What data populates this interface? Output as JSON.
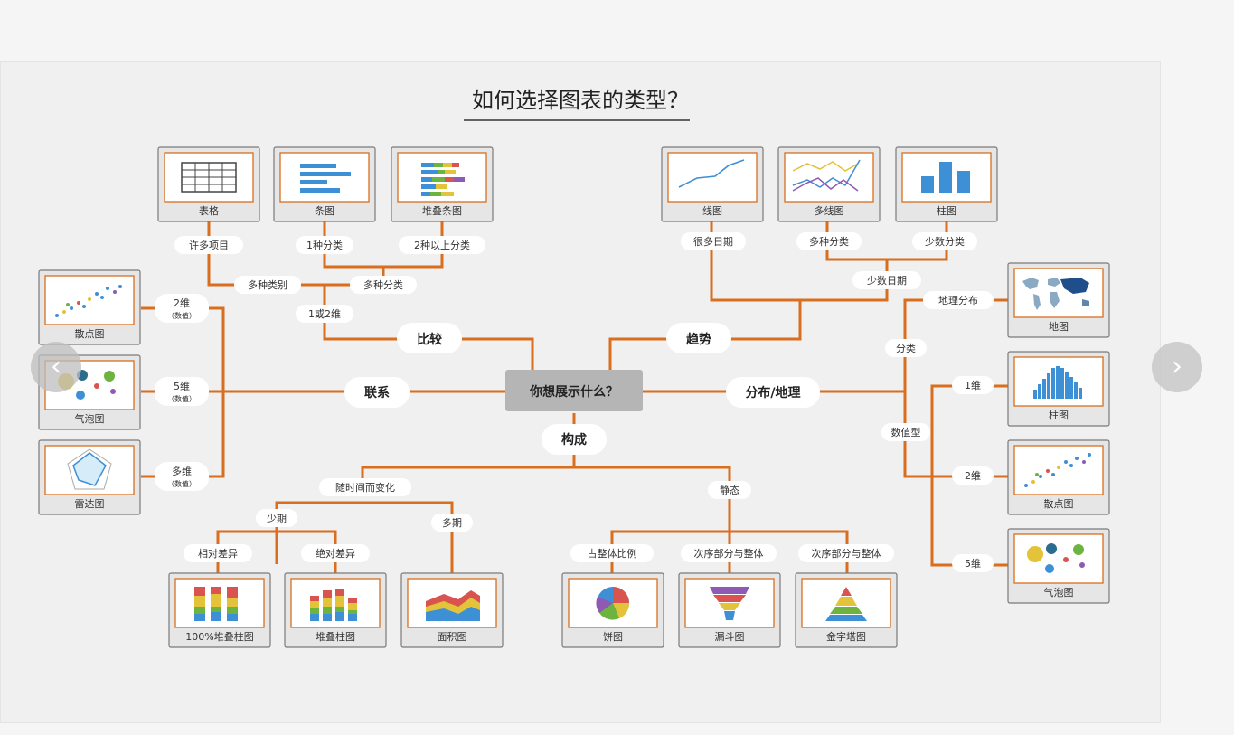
{
  "title": "如何选择图表的类型？",
  "center": "你想展示什么？",
  "categories": {
    "compare": "比较",
    "relation": "联系",
    "trend": "趋势",
    "distribution": "分布/地理",
    "composition": "构成"
  },
  "cards": {
    "table": "表格",
    "bar": "条图",
    "stacked_bar": "堆叠条图",
    "line": "线图",
    "multi_line": "多线图",
    "column": "柱图",
    "scatter_left": "散点图",
    "bubble_left": "气泡图",
    "radar": "雷达图",
    "map": "地图",
    "column_right": "柱图",
    "scatter_right": "散点图",
    "bubble_right": "气泡图",
    "stacked_100": "100%堆叠柱图",
    "stacked_column": "堆叠柱图",
    "area": "面积图",
    "pie": "饼图",
    "funnel": "漏斗图",
    "pyramid": "金字塔图"
  },
  "labels": {
    "many_items": "许多项目",
    "one_cat": "1种分类",
    "two_plus_cat": "2种以上分类",
    "multi_class": "多种类别",
    "multi_cat": "多种分类",
    "one_or_two_dim": "1或2维",
    "many_dates": "很多日期",
    "multi_cat_trend": "多种分类",
    "few_cat": "少数分类",
    "few_dates": "少数日期",
    "geo_dist": "地理分布",
    "classify": "分类",
    "numeric": "数值型",
    "dim1": "1维",
    "dim2": "2维",
    "dim5": "5维",
    "rel2": "2维",
    "rel5": "5维",
    "relm": "多维",
    "value_note": "（数值）",
    "over_time": "随时间而变化",
    "static": "静态",
    "few_periods": "少期",
    "many_periods": "多期",
    "relative_diff": "相对差异",
    "absolute_diff": "绝对差异",
    "share": "占整体比例",
    "order_part1": "次序部分与整体",
    "order_part2": "次序部分与整体"
  },
  "nav": {
    "prev": "‹",
    "next": "›"
  },
  "colors": {
    "accent": "#d86e1e",
    "blue": "#3d8fd6",
    "bg": "#f0f0f0"
  }
}
